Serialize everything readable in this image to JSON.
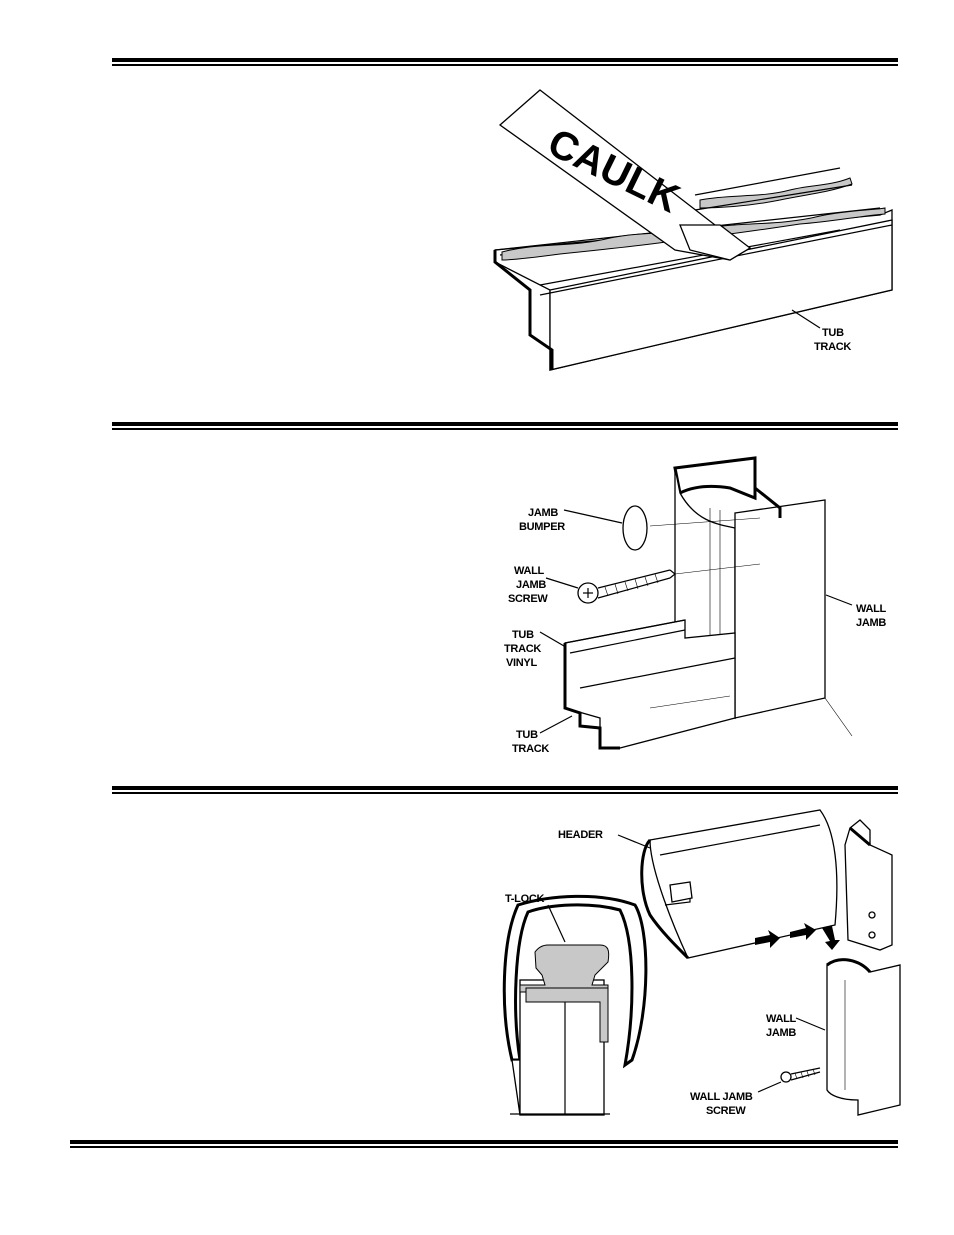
{
  "figure1": {
    "caulk_text": "CAULK",
    "tub_track_label": [
      "TUB",
      "TRACK"
    ]
  },
  "figure2": {
    "jamb_bumper_label": [
      "JAMB",
      "BUMPER"
    ],
    "wall_jamb_screw_label": [
      "WALL",
      "JAMB",
      "SCREW"
    ],
    "tub_track_vinyl_label": [
      "TUB",
      "TRACK",
      "VINYL"
    ],
    "tub_track_label": [
      "TUB",
      "TRACK"
    ],
    "wall_jamb_label": [
      "WALL",
      "JAMB"
    ]
  },
  "figure3": {
    "header_label": "HEADER",
    "t_lock_label": "T-LOCK",
    "wall_jamb_label": [
      "WALL",
      "JAMB"
    ],
    "wall_jamb_screw_label": [
      "WALL JAMB",
      "SCREW"
    ]
  }
}
